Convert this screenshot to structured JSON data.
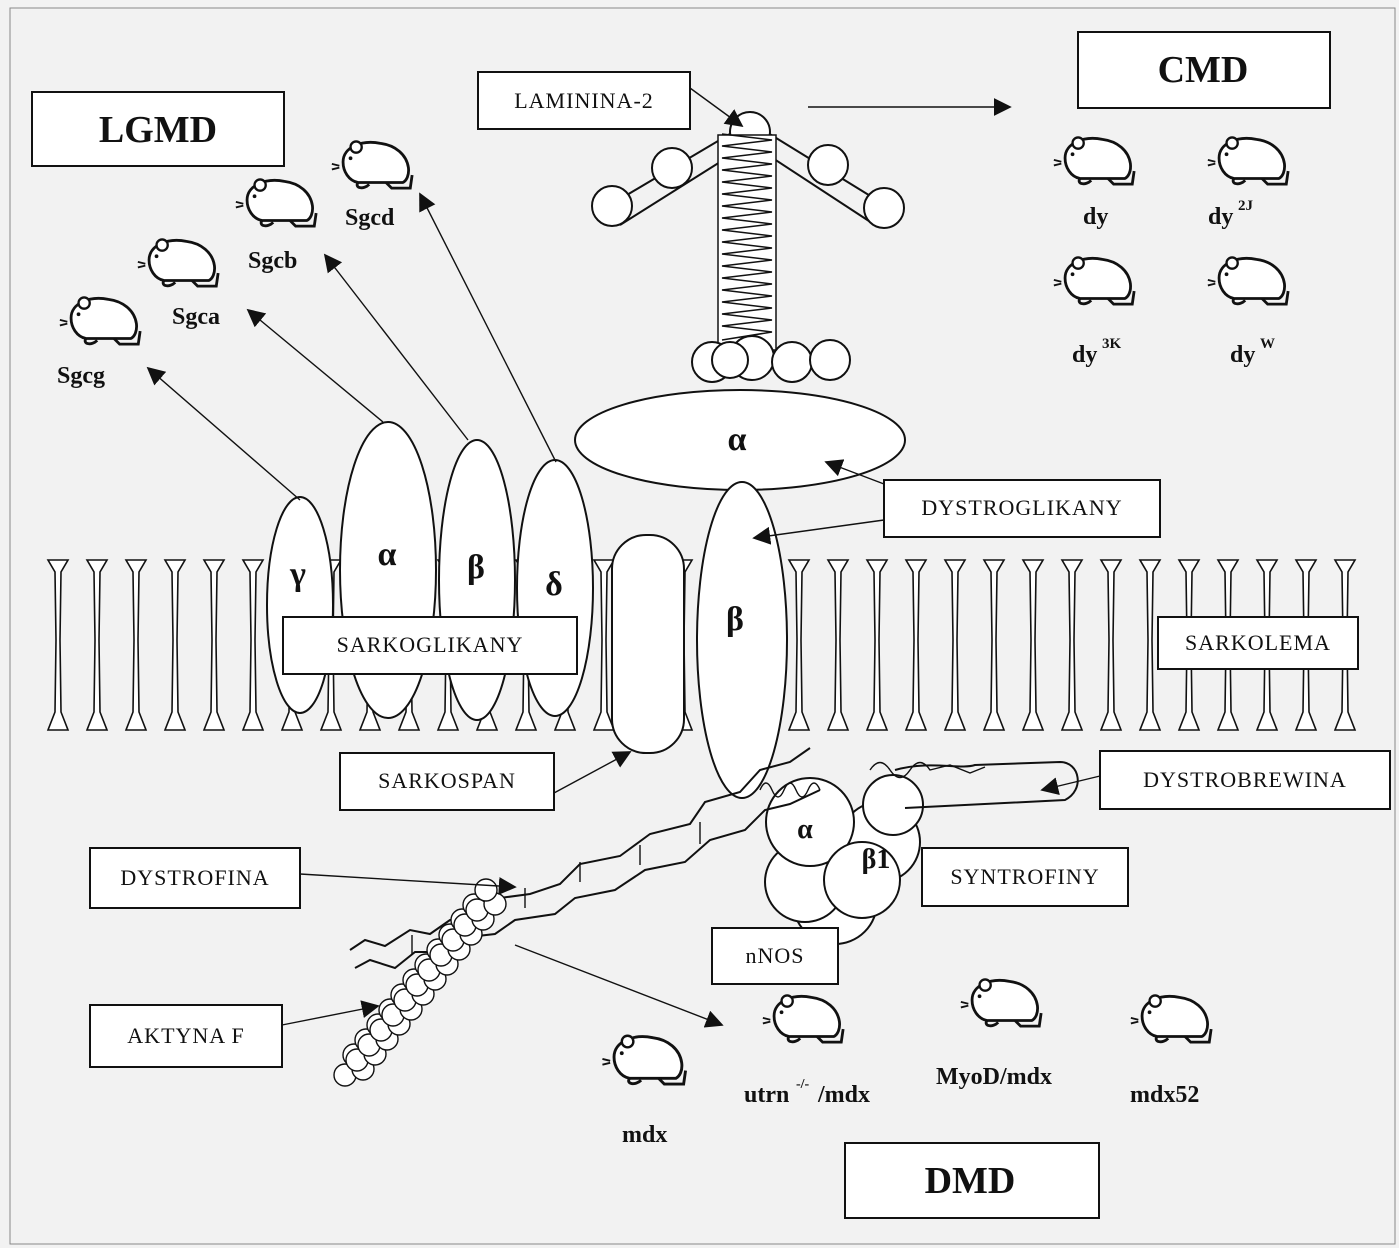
{
  "colors": {
    "background": "#f2f2f2",
    "ink": "#111111",
    "box_fill": "#ffffff"
  },
  "diseases": {
    "lgmd": "LGMD",
    "cmd": "CMD",
    "dmd": "DMD"
  },
  "labels": {
    "laminina": "LAMININA-2",
    "dystroglikany": "DYSTROGLIKANY",
    "sarkoglikany": "SARKOGLIKANY",
    "sarkolema": "SARKOLEMA",
    "sarkospan": "SARKOSPAN",
    "dystrobrewina": "DYSTROBREWINA",
    "dystrofina": "DYSTROFINA",
    "syntrofiny": "SYNTROFINY",
    "nnos": "nNOS",
    "aktyna": "AKTYNA F"
  },
  "greek": {
    "gamma": "γ",
    "alpha_sarco": "α",
    "beta_sarco": "β",
    "delta": "δ",
    "alpha_dg": "α",
    "beta_dg": "β",
    "alpha_syn": "α",
    "beta1_syn": "β1"
  },
  "mouse_models": {
    "sgcg": "Sgcg",
    "sgca": "Sgca",
    "sgcb": "Sgcb",
    "sgcd": "Sgcd",
    "dy": "dy",
    "dy2j": "dy",
    "dy2j_sup": "2J",
    "dy3k": "dy",
    "dy3k_sup": "3K",
    "dyw": "dy",
    "dyw_sup": "W",
    "mdx": "mdx",
    "utrn_a": "utrn",
    "utrn_sup": "-/-",
    "utrn_b": "/mdx",
    "myod": "MyoD/mdx",
    "mdx52": "mdx52"
  },
  "icons": [
    "mouse-icon",
    "arrow-icon",
    "lipid-bilayer-icon",
    "actin-filament-icon"
  ]
}
